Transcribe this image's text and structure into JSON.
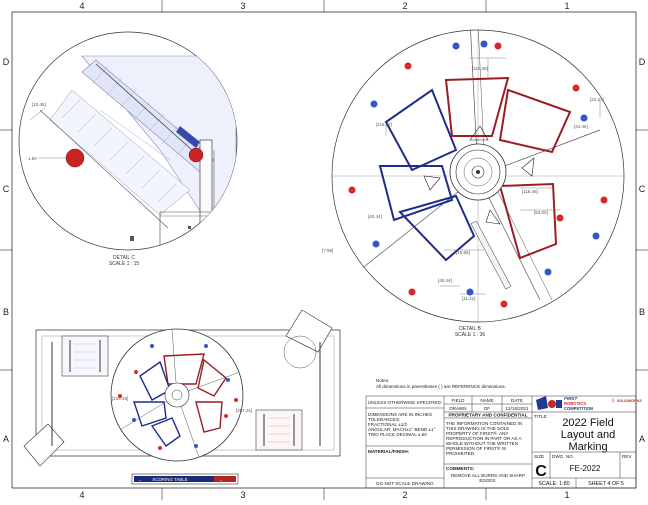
{
  "border": {
    "columns": [
      "4",
      "3",
      "2",
      "1"
    ],
    "rows": [
      "D",
      "C",
      "B",
      "A"
    ]
  },
  "details": {
    "detail_c_label": "DETAIL C",
    "detail_c_scale": "SCALE 1 : 15",
    "detail_b_label": "DETAIL B",
    "detail_b_scale": "SCALE 1 : 36"
  },
  "dimensions": {
    "c1": "[10.45]",
    "c2": "1.50",
    "b1": "[110.38]",
    "b2": "[22.47]",
    "b3": "[116.17]",
    "b4": "[34.46]",
    "b5": "[118.46]",
    "b6": "[53.00]",
    "b7": "[40.44]",
    "b8": "[7.58]",
    "b9": "[15.56]",
    "b10": "[40.44]",
    "b11": "[11.21]",
    "o1": "[219.25]",
    "o2": "[257.31]"
  },
  "scoring_table": "SCORING TABLE",
  "notes": {
    "heading": "Notes:",
    "line1": "All dimensions in parentheses ( ) are REFERENCE dimensions."
  },
  "title_block": {
    "unless": "UNLESS OTHERWISE SPECIFIED:",
    "spec1": "DIMENSIONS ARE IN INCHES",
    "spec2": "TOLERANCES:",
    "spec3": "FRACTIONAL ±1/2",
    "spec4": "ANGULAR: MACH±1° BEND ±1°",
    "spec5": "TWO PLACE DECIMAL   ±.50",
    "material": "MATERIAL/FINISH:",
    "no_scale": "DO NOT SCALE DRAWING",
    "field_h": "FIELD",
    "name_h": "NAME",
    "date_h": "DATE",
    "drawn": "DRAWN",
    "drawn_name": "DF",
    "drawn_date": "12/16/2021",
    "prop_title": "PROPRIETARY AND CONFIDENTIAL",
    "prop_l1": "THE INFORMATION CONTAINED IN",
    "prop_l2": "THIS DRAWING IS THE SOLE",
    "prop_l3": "PROPERTY OF FIRST®. ANY",
    "prop_l4": "REPRODUCTION IN PART OR AS A",
    "prop_l5": "WHOLE WITHOUT THE WRITTEN",
    "prop_l6": "PERMISSION OF FIRST® IS",
    "prop_l7": "PROHIBITED.",
    "comments": "COMMENTS:",
    "comment1": "REMOVE ALL BURRS AND SHARP",
    "comment2": "EDGES.",
    "logo_first": "FIRST",
    "logo_robotics": "ROBOTICS",
    "logo_competition": "COMPETITION",
    "sponsor": "SOLIDWORKS",
    "title_label": "TITLE:",
    "title1": "2022 Field",
    "title2": "Layout and",
    "title3": "Marking",
    "size_label": "SIZE",
    "size": "C",
    "dwg_label": "DWG. NO.",
    "dwg_no": "FE-2022",
    "rev_label": "REV",
    "scale": "SCALE: 1:80",
    "sheet": "SHEET 4 OF 5"
  },
  "colors": {
    "red_alliance": "#9b1c22",
    "blue_alliance": "#1e2c8c",
    "red_cargo": "#d42a2a",
    "blue_cargo": "#3456c8"
  }
}
